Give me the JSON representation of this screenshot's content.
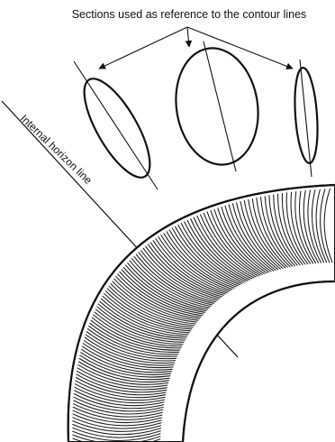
{
  "annotations": {
    "sections_caption": "Sections used as reference to the contour lines",
    "horizon_label": "Internal horizon line"
  },
  "colors": {
    "ink": "#111111",
    "paper": "#ffffff",
    "hatch": "#1a1a1a"
  },
  "icons": {
    "arrow": "arrowhead"
  }
}
